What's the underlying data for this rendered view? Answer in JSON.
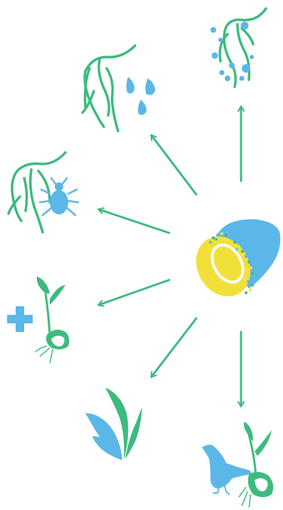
{
  "colors": {
    "green": "#3dbb7e",
    "blue": "#5bb7e8",
    "yellow": "#f2e03a",
    "white": "#ffffff"
  },
  "center": {
    "icon": "seed-capsule-icon"
  },
  "arrows": [
    {
      "target": "roots-with-water-drops"
    },
    {
      "target": "roots-with-bubbles"
    },
    {
      "target": "roots-with-insect"
    },
    {
      "target": "seedling-with-medical-cross"
    },
    {
      "target": "leafy-plant"
    },
    {
      "target": "crow-with-seedling"
    }
  ],
  "outcomes": [
    {
      "name": "roots-with-water-drops",
      "icons": [
        "root-icon",
        "water-drop-icon"
      ]
    },
    {
      "name": "roots-with-bubbles",
      "icons": [
        "root-icon",
        "bubble-icon"
      ]
    },
    {
      "name": "roots-with-insect",
      "icons": [
        "root-icon",
        "insect-icon"
      ]
    },
    {
      "name": "seedling-with-medical-cross",
      "icons": [
        "seedling-icon",
        "medical-cross-icon"
      ]
    },
    {
      "name": "leafy-plant",
      "icons": [
        "leaf-icon"
      ]
    },
    {
      "name": "crow-with-seedling",
      "icons": [
        "crow-icon",
        "seedling-icon"
      ]
    }
  ]
}
